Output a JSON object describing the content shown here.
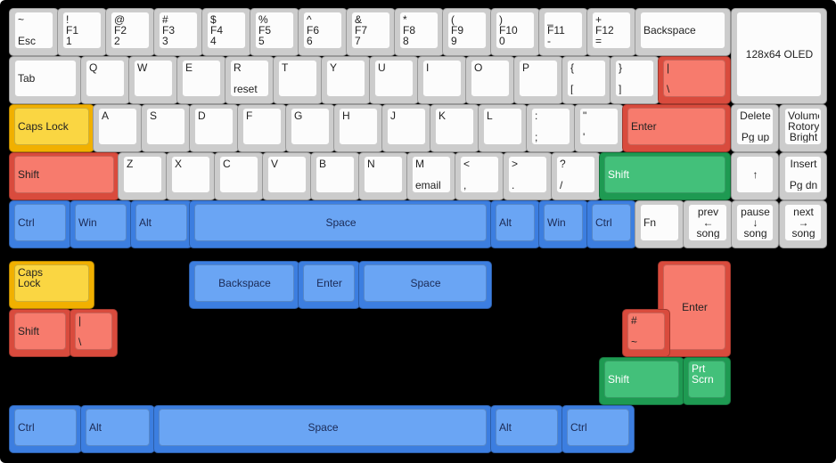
{
  "colors": {
    "plate": "#000000",
    "white": "#cccccc",
    "yellow": "#f5b700",
    "red": "#e8594b",
    "green": "#2ea863",
    "blue": "#4a86e8"
  },
  "keys": [
    {
      "id": "key-tilde",
      "color": "white",
      "legends": [
        {
          "pos": "tl",
          "text": "~"
        },
        {
          "pos": "bl",
          "text": "Esc"
        }
      ]
    },
    {
      "id": "key-1",
      "color": "white",
      "legends": [
        {
          "pos": "tl",
          "text": "!"
        },
        {
          "pos": "bl",
          "text": "F1\n1"
        }
      ]
    },
    {
      "id": "key-2",
      "color": "white",
      "legends": [
        {
          "pos": "tl",
          "text": "@"
        },
        {
          "pos": "bl",
          "text": "F2\n2"
        }
      ]
    },
    {
      "id": "key-3",
      "color": "white",
      "legends": [
        {
          "pos": "tl",
          "text": "#"
        },
        {
          "pos": "bl",
          "text": "F3\n3"
        }
      ]
    },
    {
      "id": "key-4",
      "color": "white",
      "legends": [
        {
          "pos": "tl",
          "text": "$"
        },
        {
          "pos": "bl",
          "text": "F4\n4"
        }
      ]
    },
    {
      "id": "key-5",
      "color": "white",
      "legends": [
        {
          "pos": "tl",
          "text": "%"
        },
        {
          "pos": "bl",
          "text": "F5\n5"
        }
      ]
    },
    {
      "id": "key-6",
      "color": "white",
      "legends": [
        {
          "pos": "tl",
          "text": "^"
        },
        {
          "pos": "bl",
          "text": "F6\n6"
        }
      ]
    },
    {
      "id": "key-7",
      "color": "white",
      "legends": [
        {
          "pos": "tl",
          "text": "&"
        },
        {
          "pos": "bl",
          "text": "F7\n7"
        }
      ]
    },
    {
      "id": "key-8",
      "color": "white",
      "legends": [
        {
          "pos": "tl",
          "text": "*"
        },
        {
          "pos": "bl",
          "text": "F8\n8"
        }
      ]
    },
    {
      "id": "key-9",
      "color": "white",
      "legends": [
        {
          "pos": "tl",
          "text": "("
        },
        {
          "pos": "bl",
          "text": "F9\n9"
        }
      ]
    },
    {
      "id": "key-0",
      "color": "white",
      "legends": [
        {
          "pos": "tl",
          "text": ")"
        },
        {
          "pos": "bl",
          "text": "F10\n0"
        }
      ]
    },
    {
      "id": "key-minus",
      "color": "white",
      "legends": [
        {
          "pos": "tl",
          "text": "_"
        },
        {
          "pos": "bl",
          "text": "F11\n-"
        }
      ]
    },
    {
      "id": "key-equals",
      "color": "white",
      "legends": [
        {
          "pos": "tl",
          "text": "+"
        },
        {
          "pos": "bl",
          "text": "F12\n="
        }
      ]
    },
    {
      "id": "key-backspace",
      "color": "white",
      "legends": [
        {
          "pos": "ml",
          "text": "Backspace"
        }
      ]
    },
    {
      "id": "key-oled",
      "color": "white",
      "legends": [
        {
          "pos": "mc",
          "text": "128x64 OLED"
        }
      ]
    },
    {
      "id": "key-tab",
      "color": "white",
      "legends": [
        {
          "pos": "ml",
          "text": "Tab"
        }
      ]
    },
    {
      "id": "key-q",
      "color": "white",
      "legends": [
        {
          "pos": "tl",
          "text": "Q"
        }
      ]
    },
    {
      "id": "key-w",
      "color": "white",
      "legends": [
        {
          "pos": "tl",
          "text": "W"
        }
      ]
    },
    {
      "id": "key-e",
      "color": "white",
      "legends": [
        {
          "pos": "tl",
          "text": "E"
        }
      ]
    },
    {
      "id": "key-r",
      "color": "white",
      "legends": [
        {
          "pos": "tl",
          "text": "R"
        },
        {
          "pos": "bl",
          "text": "reset"
        }
      ]
    },
    {
      "id": "key-t",
      "color": "white",
      "legends": [
        {
          "pos": "tl",
          "text": "T"
        }
      ]
    },
    {
      "id": "key-y",
      "color": "white",
      "legends": [
        {
          "pos": "tl",
          "text": "Y"
        }
      ]
    },
    {
      "id": "key-u",
      "color": "white",
      "legends": [
        {
          "pos": "tl",
          "text": "U"
        }
      ]
    },
    {
      "id": "key-i",
      "color": "white",
      "legends": [
        {
          "pos": "tl",
          "text": "I"
        }
      ]
    },
    {
      "id": "key-o",
      "color": "white",
      "legends": [
        {
          "pos": "tl",
          "text": "O"
        }
      ]
    },
    {
      "id": "key-p",
      "color": "white",
      "legends": [
        {
          "pos": "tl",
          "text": "P"
        }
      ]
    },
    {
      "id": "key-lbracket",
      "color": "white",
      "legends": [
        {
          "pos": "tl",
          "text": "{"
        },
        {
          "pos": "bl",
          "text": "["
        }
      ]
    },
    {
      "id": "key-rbracket",
      "color": "white",
      "legends": [
        {
          "pos": "tl",
          "text": "}"
        },
        {
          "pos": "bl",
          "text": "]"
        }
      ]
    },
    {
      "id": "key-backslash",
      "color": "red",
      "legends": [
        {
          "pos": "tl",
          "text": "|"
        },
        {
          "pos": "bl",
          "text": "\\"
        }
      ]
    },
    {
      "id": "key-capslock",
      "color": "yellow",
      "legends": [
        {
          "pos": "ml",
          "text": "Caps Lock"
        }
      ]
    },
    {
      "id": "key-a",
      "color": "white",
      "legends": [
        {
          "pos": "tl",
          "text": "A"
        }
      ]
    },
    {
      "id": "key-s",
      "color": "white",
      "legends": [
        {
          "pos": "tl",
          "text": "S"
        }
      ]
    },
    {
      "id": "key-d",
      "color": "white",
      "legends": [
        {
          "pos": "tl",
          "text": "D"
        }
      ]
    },
    {
      "id": "key-f",
      "color": "white",
      "legends": [
        {
          "pos": "tl",
          "text": "F"
        }
      ]
    },
    {
      "id": "key-g",
      "color": "white",
      "legends": [
        {
          "pos": "tl",
          "text": "G"
        }
      ]
    },
    {
      "id": "key-h",
      "color": "white",
      "legends": [
        {
          "pos": "tl",
          "text": "H"
        }
      ]
    },
    {
      "id": "key-j",
      "color": "white",
      "legends": [
        {
          "pos": "tl",
          "text": "J"
        }
      ]
    },
    {
      "id": "key-k",
      "color": "white",
      "legends": [
        {
          "pos": "tl",
          "text": "K"
        }
      ]
    },
    {
      "id": "key-l",
      "color": "white",
      "legends": [
        {
          "pos": "tl",
          "text": "L"
        }
      ]
    },
    {
      "id": "key-semicolon",
      "color": "white",
      "legends": [
        {
          "pos": "tl",
          "text": ":"
        },
        {
          "pos": "bl",
          "text": ";"
        }
      ]
    },
    {
      "id": "key-quote",
      "color": "white",
      "legends": [
        {
          "pos": "tl",
          "text": "\""
        },
        {
          "pos": "bl",
          "text": "'"
        }
      ]
    },
    {
      "id": "key-enter",
      "color": "red",
      "legends": [
        {
          "pos": "ml",
          "text": "Enter"
        }
      ]
    },
    {
      "id": "key-delete",
      "color": "white",
      "legends": [
        {
          "pos": "tc",
          "text": "Delete"
        },
        {
          "pos": "bc",
          "text": "Pg up"
        }
      ]
    },
    {
      "id": "key-volume",
      "color": "white",
      "legends": [
        {
          "pos": "mc",
          "text": "Volume\nRotory\nBright"
        }
      ]
    },
    {
      "id": "key-lshift",
      "color": "red",
      "legends": [
        {
          "pos": "ml",
          "text": "Shift"
        }
      ]
    },
    {
      "id": "key-z",
      "color": "white",
      "legends": [
        {
          "pos": "tl",
          "text": "Z"
        }
      ]
    },
    {
      "id": "key-x",
      "color": "white",
      "legends": [
        {
          "pos": "tl",
          "text": "X"
        }
      ]
    },
    {
      "id": "key-c",
      "color": "white",
      "legends": [
        {
          "pos": "tl",
          "text": "C"
        }
      ]
    },
    {
      "id": "key-v",
      "color": "white",
      "legends": [
        {
          "pos": "tl",
          "text": "V"
        }
      ]
    },
    {
      "id": "key-b",
      "color": "white",
      "legends": [
        {
          "pos": "tl",
          "text": "B"
        }
      ]
    },
    {
      "id": "key-n",
      "color": "white",
      "legends": [
        {
          "pos": "tl",
          "text": "N"
        }
      ]
    },
    {
      "id": "key-m",
      "color": "white",
      "legends": [
        {
          "pos": "tl",
          "text": "M"
        },
        {
          "pos": "bl",
          "text": "email"
        }
      ]
    },
    {
      "id": "key-comma",
      "color": "white",
      "legends": [
        {
          "pos": "tl",
          "text": "<"
        },
        {
          "pos": "bl",
          "text": ","
        }
      ]
    },
    {
      "id": "key-period",
      "color": "white",
      "legends": [
        {
          "pos": "tl",
          "text": ">"
        },
        {
          "pos": "bl",
          "text": "."
        }
      ]
    },
    {
      "id": "key-slash",
      "color": "white",
      "legends": [
        {
          "pos": "tl",
          "text": "?"
        },
        {
          "pos": "bl",
          "text": "/"
        }
      ]
    },
    {
      "id": "key-rshift",
      "color": "green",
      "legends": [
        {
          "pos": "ml",
          "text": "Shift"
        }
      ]
    },
    {
      "id": "key-up",
      "color": "white",
      "legends": [
        {
          "pos": "mc",
          "text": "↑"
        }
      ]
    },
    {
      "id": "key-insert",
      "color": "white",
      "legends": [
        {
          "pos": "tc",
          "text": "Insert"
        },
        {
          "pos": "bc",
          "text": "Pg dn"
        }
      ]
    },
    {
      "id": "key-lctrl",
      "color": "blue",
      "legends": [
        {
          "pos": "ml",
          "text": "Ctrl"
        }
      ]
    },
    {
      "id": "key-lwin",
      "color": "blue",
      "legends": [
        {
          "pos": "ml",
          "text": "Win"
        }
      ]
    },
    {
      "id": "key-lalt",
      "color": "blue",
      "legends": [
        {
          "pos": "ml",
          "text": "Alt"
        }
      ]
    },
    {
      "id": "key-space",
      "color": "blue",
      "legends": [
        {
          "pos": "mc",
          "text": "Space"
        }
      ]
    },
    {
      "id": "key-ralt",
      "color": "blue",
      "legends": [
        {
          "pos": "ml",
          "text": "Alt"
        }
      ]
    },
    {
      "id": "key-rwin",
      "color": "blue",
      "legends": [
        {
          "pos": "ml",
          "text": "Win"
        }
      ]
    },
    {
      "id": "key-rctrl",
      "color": "blue",
      "legends": [
        {
          "pos": "ml",
          "text": "Ctrl"
        }
      ]
    },
    {
      "id": "key-fn",
      "color": "white",
      "legends": [
        {
          "pos": "ml",
          "text": "Fn"
        }
      ]
    },
    {
      "id": "key-prev",
      "color": "white",
      "legends": [
        {
          "pos": "tc",
          "text": "prev\n←"
        },
        {
          "pos": "bc",
          "text": "song"
        }
      ]
    },
    {
      "id": "key-pause",
      "color": "white",
      "legends": [
        {
          "pos": "tc",
          "text": "pause\n↓"
        },
        {
          "pos": "bc",
          "text": "song"
        }
      ]
    },
    {
      "id": "key-next",
      "color": "white",
      "legends": [
        {
          "pos": "tc",
          "text": "next\n→"
        },
        {
          "pos": "bc",
          "text": "song"
        }
      ]
    },
    {
      "id": "key-alt-capslock",
      "color": "yellow",
      "legends": [
        {
          "pos": "tl",
          "text": "Caps\nLock"
        }
      ]
    },
    {
      "id": "key-alt-backspace",
      "color": "blue",
      "legends": [
        {
          "pos": "mc",
          "text": "Backspace"
        }
      ]
    },
    {
      "id": "key-alt-enter-small",
      "color": "blue",
      "legends": [
        {
          "pos": "mc",
          "text": "Enter"
        }
      ]
    },
    {
      "id": "key-alt-space-small",
      "color": "blue",
      "legends": [
        {
          "pos": "mc",
          "text": "Space"
        }
      ]
    },
    {
      "id": "key-alt-iso-enter",
      "color": "red",
      "legends": [
        {
          "pos": "mc",
          "text": "Enter"
        }
      ]
    },
    {
      "id": "key-alt-shift-short",
      "color": "red",
      "legends": [
        {
          "pos": "ml",
          "text": "Shift"
        }
      ]
    },
    {
      "id": "key-alt-iso-backslash",
      "color": "red",
      "legends": [
        {
          "pos": "tl",
          "text": "|"
        },
        {
          "pos": "bl",
          "text": "\\"
        }
      ]
    },
    {
      "id": "key-alt-hash",
      "color": "red",
      "legends": [
        {
          "pos": "tl",
          "text": "#"
        },
        {
          "pos": "bl",
          "text": "~"
        }
      ]
    },
    {
      "id": "key-alt-rshift",
      "color": "green",
      "legends": [
        {
          "pos": "ml",
          "text": "Shift"
        }
      ]
    },
    {
      "id": "key-alt-prtscn",
      "color": "green",
      "legends": [
        {
          "pos": "tl",
          "text": "Prt\nScrn"
        }
      ]
    },
    {
      "id": "key-alt-ctrl",
      "color": "blue",
      "legends": [
        {
          "pos": "ml",
          "text": "Ctrl"
        }
      ]
    },
    {
      "id": "key-alt-alt",
      "color": "blue",
      "legends": [
        {
          "pos": "ml",
          "text": "Alt"
        }
      ]
    },
    {
      "id": "key-alt-space",
      "color": "blue",
      "legends": [
        {
          "pos": "mc",
          "text": "Space"
        }
      ]
    },
    {
      "id": "key-alt-ralt",
      "color": "blue",
      "legends": [
        {
          "pos": "ml",
          "text": "Alt"
        }
      ]
    },
    {
      "id": "key-alt-rctrl",
      "color": "blue",
      "legends": [
        {
          "pos": "ml",
          "text": "Ctrl"
        }
      ]
    }
  ]
}
